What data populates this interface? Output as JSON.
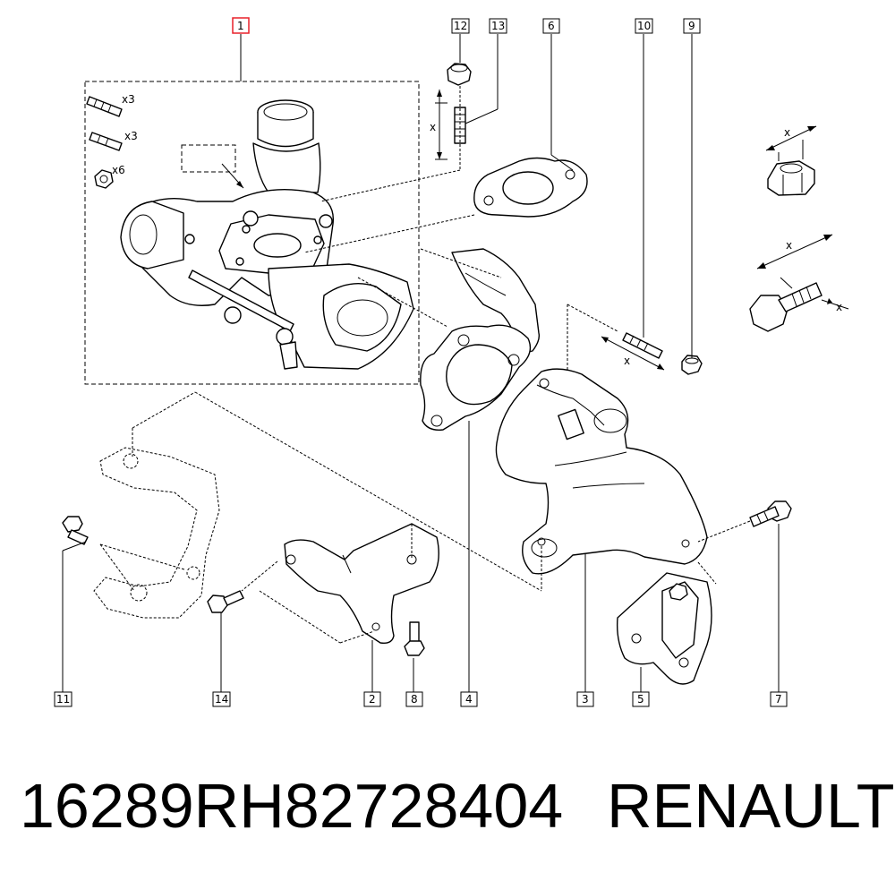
{
  "diagram": {
    "callouts": {
      "c1": "1",
      "c2": "2",
      "c3": "3",
      "c4": "4",
      "c5": "5",
      "c6": "6",
      "c7": "7",
      "c8": "8",
      "c9": "9",
      "c10": "10",
      "c11": "11",
      "c12": "12",
      "c13": "13",
      "c14": "14"
    },
    "quantities": {
      "studs_a": "x3",
      "studs_b": "x3",
      "nuts": "x6"
    },
    "dimension_marks": {
      "stud13": "x",
      "stud10": "x",
      "nut_detail": "x",
      "bolt_len": "x",
      "bolt_thread": "x"
    },
    "colors": {
      "line": "#000000",
      "highlight_box": "#e8202a",
      "background": "#ffffff"
    }
  },
  "footer": {
    "reference": "16289RH82728404",
    "brand": "RENAULT"
  }
}
